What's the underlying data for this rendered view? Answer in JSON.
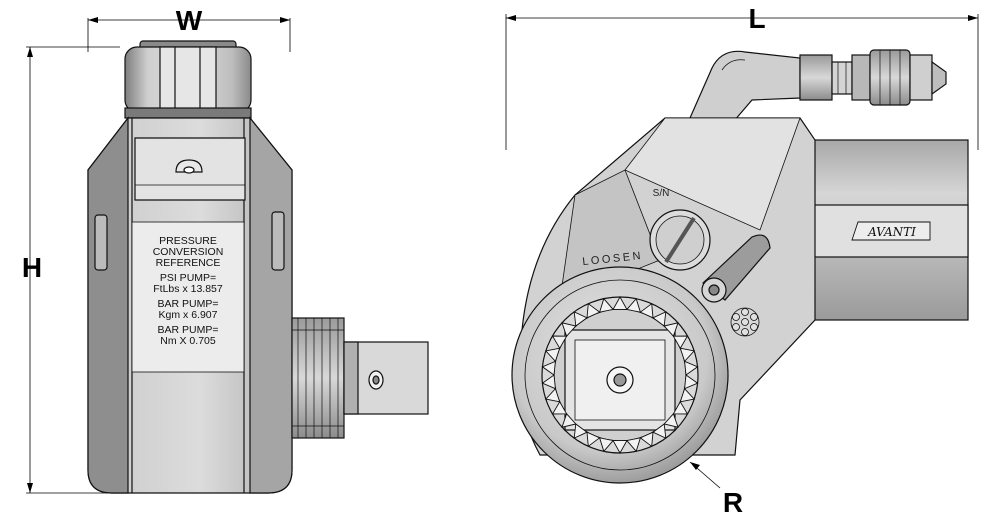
{
  "dimensions": {
    "width_label": "W",
    "height_label": "H",
    "length_label": "L",
    "radius_label": "R"
  },
  "front_view": {
    "plate_lines": [
      "PRESSURE",
      "CONVERSION",
      "REFERENCE",
      "PSI PUMP=",
      "FtLbs x 13.857",
      "BAR PUMP=",
      "Kgm x 6.907",
      "BAR PUMP=",
      "Nm X 0.705"
    ]
  },
  "side_view": {
    "serial_label": "S/N",
    "loosen_label": "LOOSEN",
    "brand_label": "AVANTI"
  }
}
